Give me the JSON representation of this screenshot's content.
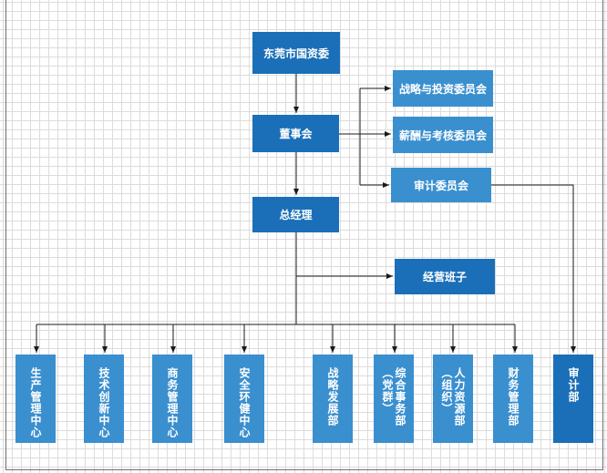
{
  "diagram": {
    "top": "东莞市国资委",
    "board": "董事会",
    "committees": [
      "战略与投资委员会",
      "薪酬与考核委员会",
      "审计委员会"
    ],
    "gm": "总经理",
    "team": "经营班子",
    "departments": [
      "生产管理中心",
      "技术创新中心",
      "商务管理中心",
      "安全环健中心",
      "战略发展部",
      "综合事务部（党群）",
      "人力资源部（组织）",
      "财务管理部",
      "审计部"
    ]
  },
  "colors": {
    "dark": "#1a6fb8",
    "light": "#3a8fcf",
    "line": "#1a1a1a"
  }
}
